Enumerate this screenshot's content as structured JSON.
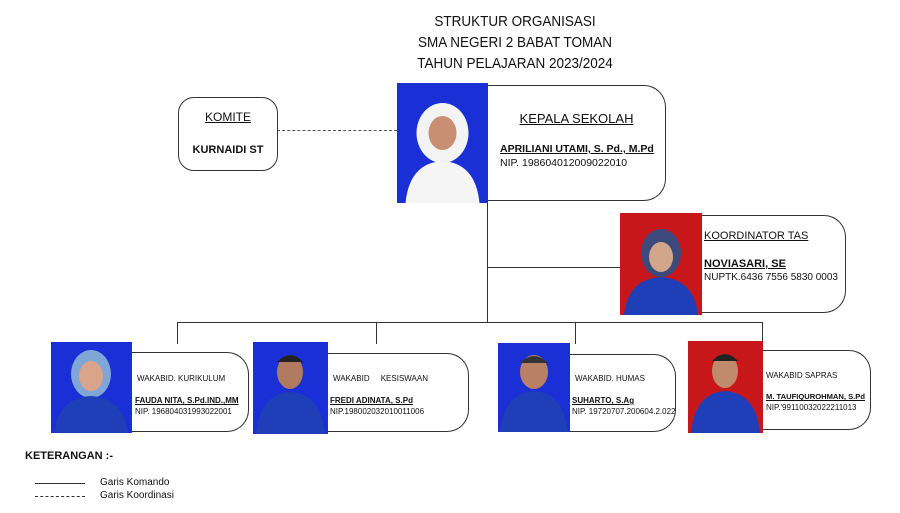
{
  "title": {
    "line1": "STRUKTUR ORGANISASI",
    "line2": "SMA NEGERI 2 BABAT TOMAN",
    "line3": "TAHUN PELAJARAN 2023/2024"
  },
  "komite": {
    "role": "KOMITE",
    "name": "KURNAIDI ST"
  },
  "kepala": {
    "role": "KEPALA SEKOLAH",
    "name": "APRILIANI UTAMI, S. Pd., M.Pd",
    "id": "NIP. 198604012009022010"
  },
  "koordinator": {
    "role": "KOORDINATOR TAS",
    "name": "NOVIASARI, SE",
    "id": "NUPTK.6436 7556 5830 0003"
  },
  "wakabid": [
    {
      "role": "WAKABID. KURIKULUM",
      "name": "FAUDA NITA, S.Pd.IND.,MM",
      "id": "NIP. 196804031993022001"
    },
    {
      "role": "WAKABID     KESISWAAN",
      "name": "FREDI ADINATA, S.Pd",
      "id": "NIP.198002032010011006"
    },
    {
      "role": "WAKABID. HUMAS",
      "name": "SUHARTO, S.Ag",
      "id": "NIP. 19720707.200604.2.022"
    },
    {
      "role": "WAKABID SAPRAS",
      "name": "M. TAUFIQUROHMAN, S.Pd",
      "id": "NIP.'99110032022211013"
    }
  ],
  "legend": {
    "heading": "KETERANGAN :-",
    "items": [
      {
        "line": "solid",
        "label": "Garis Komando"
      },
      {
        "line": "dashed",
        "label": "Garis Koordinasi"
      }
    ]
  },
  "colors": {
    "photo_blue": "#1a2fd6",
    "photo_red": "#c8171b",
    "uniform": "#1f3fb8"
  }
}
